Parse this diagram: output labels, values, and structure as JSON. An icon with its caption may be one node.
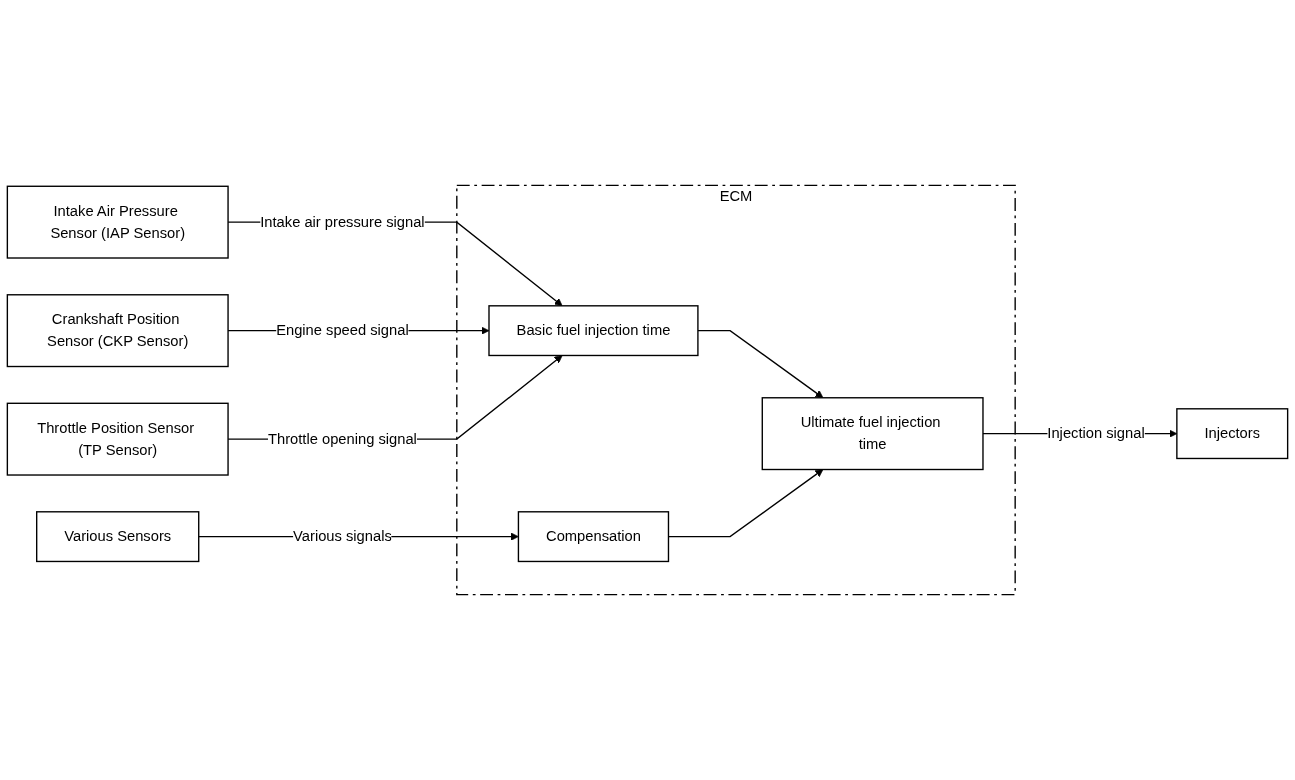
{
  "diagram": {
    "nodes": [
      {
        "text": [
          "ECM"
        ]
      },
      {
        "text": [
          "Intake Air Pressure Sensor (IAP Sensor)"
        ]
      },
      {
        "text": [
          "Crankshaft Position Sensor (CKP Sensor)"
        ]
      },
      {
        "text": [
          "Throttle Position Sensor (TP Sensor)"
        ]
      },
      {
        "text": [
          "Various Sensors"
        ]
      },
      {
        "text": [
          "Injectors"
        ]
      },
      {
        "text": [
          "Basic fuel injection time"
        ],
        "in": 0
      },
      {
        "text": [
          "Compensation"
        ],
        "in": 0
      },
      {
        "text": [
          "Ultimate fuel injection time"
        ],
        "in": 0
      }
    ],
    "edges": [
      {
        "from": 1,
        "to": 6,
        "arrow": "to",
        "label": "Intake air pressure signal"
      },
      {
        "from": 2,
        "to": 6,
        "arrow": "to",
        "label": "Engine speed signal"
      },
      {
        "from": 3,
        "to": 6,
        "arrow": "to",
        "label": "Throttle opening signal"
      },
      {
        "from": 4,
        "to": 7,
        "arrow": "to",
        "label": "Various signals"
      },
      {
        "from": 6,
        "to": 8,
        "arrow": "to"
      },
      {
        "from": 7,
        "to": 8,
        "arrow": "to"
      },
      {
        "from": 8,
        "to": 5,
        "arrow": "to",
        "label": "Injection signal"
      }
    ]
  }
}
